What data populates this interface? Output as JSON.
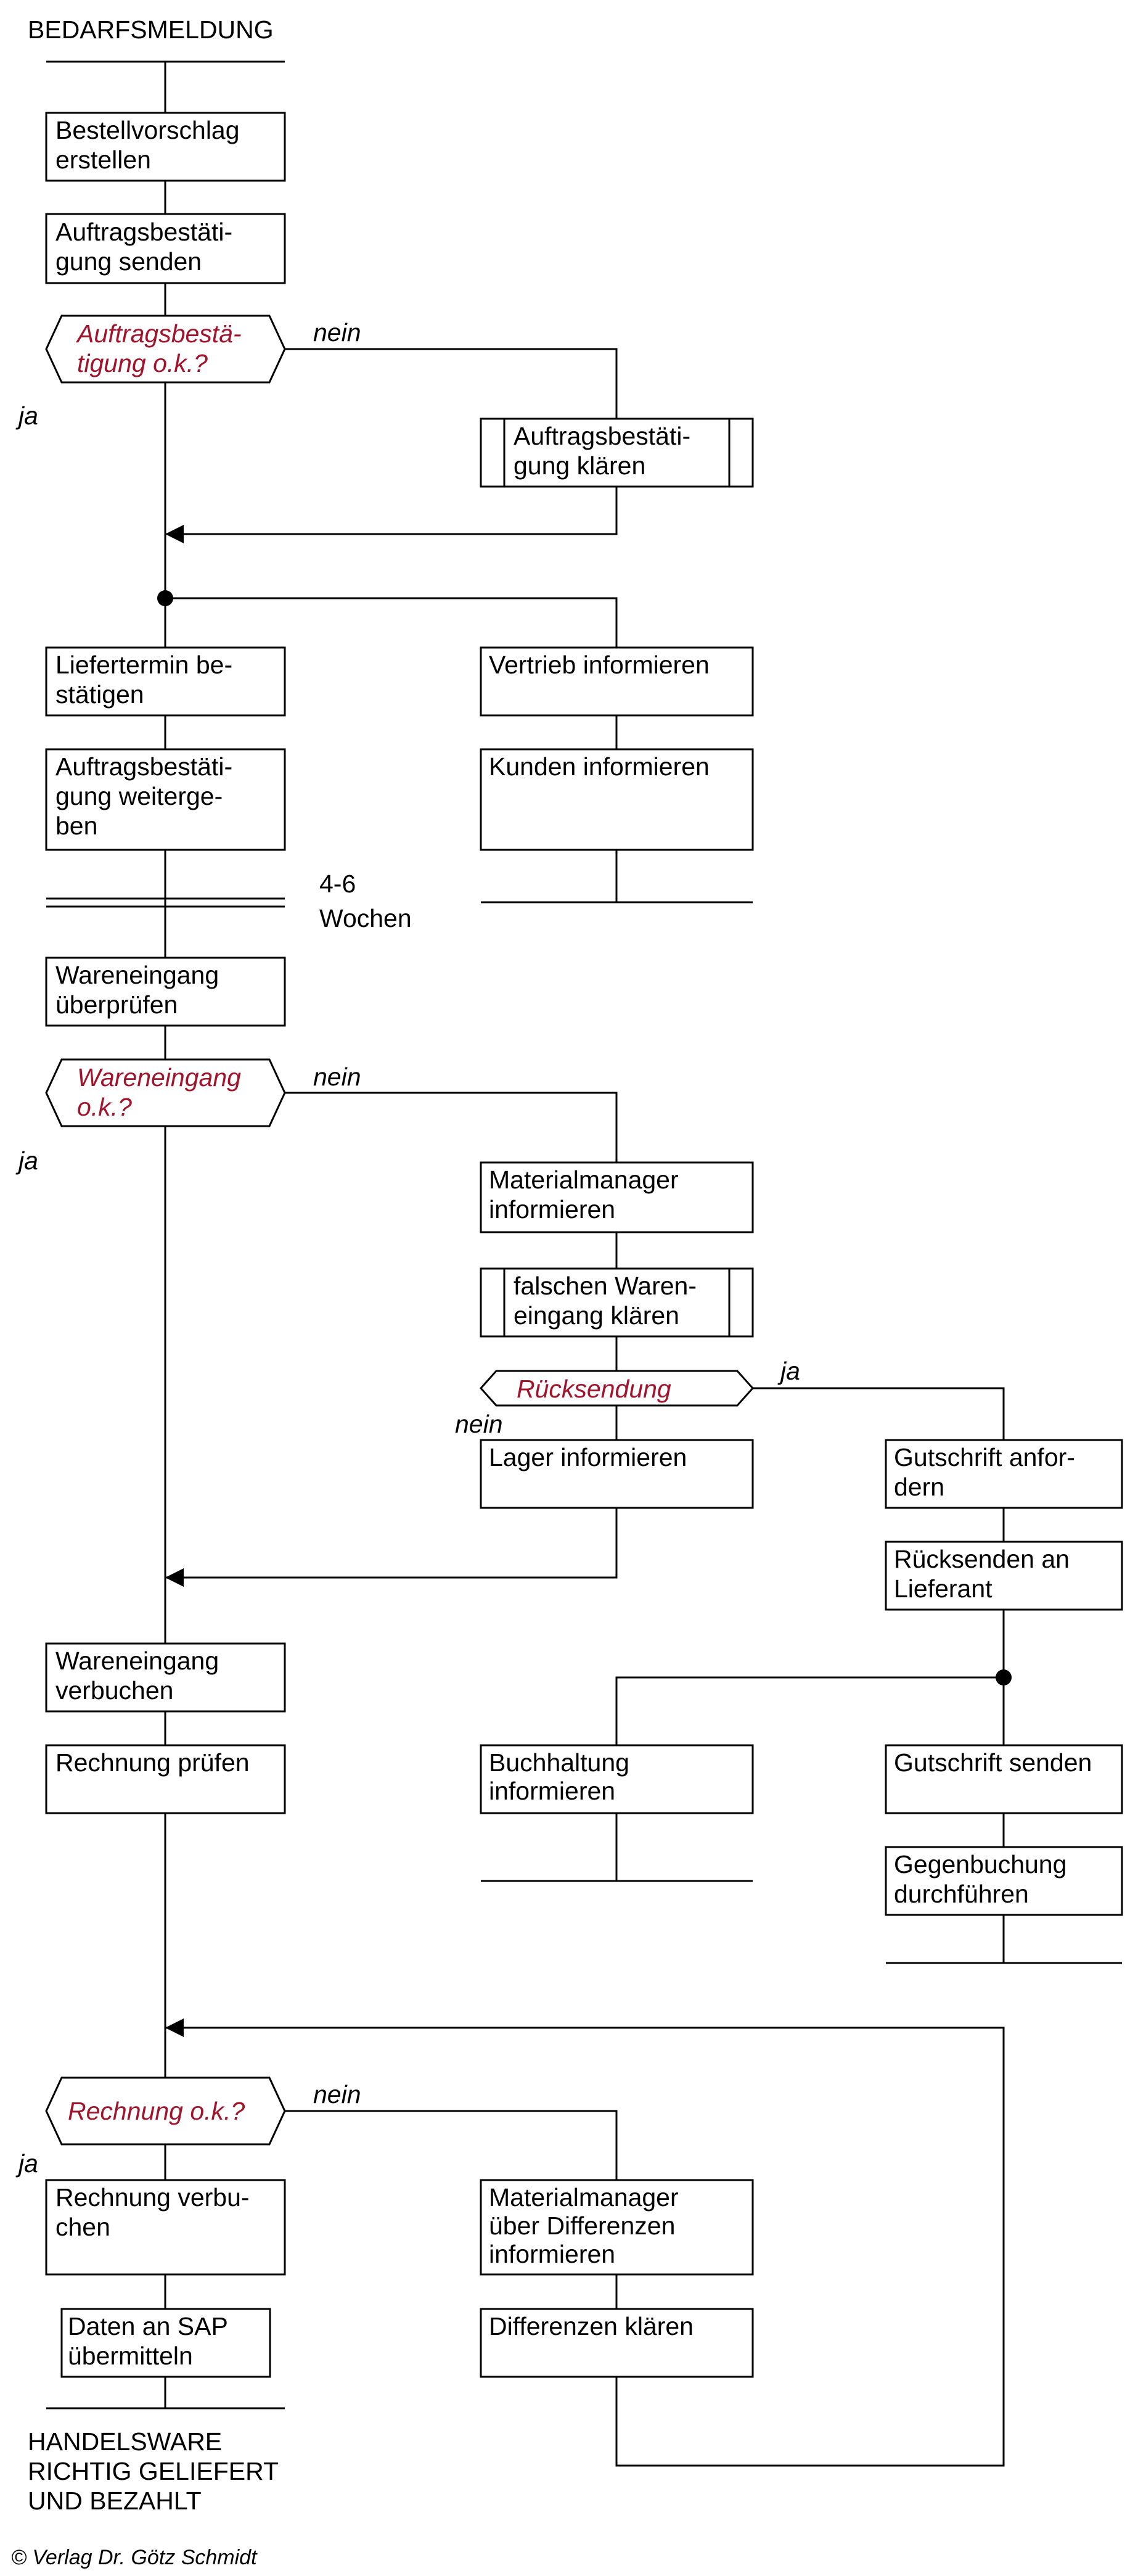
{
  "colors": {
    "line": "#000000",
    "decision_text": "#a0142c",
    "background": "#ffffff"
  },
  "start_event": {
    "line1": "BEDARFSMELDUNG"
  },
  "end_event": {
    "line1": "HANDELSWARE",
    "line2": "RICHTIG GELIEFERT",
    "line3": "UND BEZAHLT"
  },
  "steps": {
    "bestellvorschlag": {
      "line1": "Bestellvorschlag",
      "line2": "erstellen"
    },
    "ab_senden": {
      "line1": "Auftragsbestäti-",
      "line2": "gung senden"
    },
    "ab_klaeren": {
      "line1": "Auftragsbestäti-",
      "line2": "gung klären"
    },
    "liefertermin": {
      "line1": "Liefertermin be-",
      "line2": "stätigen"
    },
    "vertrieb": {
      "line1": "Vertrieb informieren"
    },
    "ab_weitergeben": {
      "line1": "Auftragsbestäti-",
      "line2": "gung weiterge-",
      "line3": "ben"
    },
    "kunden": {
      "line1": "Kunden informieren"
    },
    "we_pruefen": {
      "line1": "Wareneingang",
      "line2": "überprüfen"
    },
    "mm_informieren": {
      "line1": "Materialmanager",
      "line2": "informieren"
    },
    "falscher_we": {
      "line1": "falschen Waren-",
      "line2": "eingang klären"
    },
    "lager": {
      "line1": "Lager informieren"
    },
    "gutschrift_anfordern": {
      "line1": "Gutschrift anfor-",
      "line2": "dern"
    },
    "ruecksenden": {
      "line1": "Rücksenden an",
      "line2": "Lieferant"
    },
    "we_verbuchen": {
      "line1": "Wareneingang",
      "line2": "verbuchen"
    },
    "rechnung_pruefen": {
      "line1": "Rechnung prüfen"
    },
    "buchhaltung": {
      "line1": "Buchhaltung",
      "line2": "informieren"
    },
    "gutschrift_senden": {
      "line1": "Gutschrift senden"
    },
    "gegenbuchung": {
      "line1": "Gegenbuchung",
      "line2": "durchführen"
    },
    "rechnung_verbuchen": {
      "line1": "Rechnung verbu-",
      "line2": "chen"
    },
    "mm_differenzen": {
      "line1": "Materialmanager",
      "line2": "über Differenzen",
      "line3": "informieren"
    },
    "sap": {
      "line1": "Daten an SAP",
      "line2": "übermitteln"
    },
    "differenzen": {
      "line1": "Differenzen klären"
    }
  },
  "decisions": {
    "ab_ok": {
      "line1": "Auftragsbestä-",
      "line2": "tigung o.k.?"
    },
    "we_ok": {
      "line1": "Wareneingang",
      "line2": "o.k.?"
    },
    "ruecksendung": {
      "line1": "Rücksendung"
    },
    "rechnung_ok": {
      "line1": "Rechnung o.k.?"
    }
  },
  "labels": {
    "yes": "ja",
    "no": "nein"
  },
  "wait": {
    "line1": "4-6",
    "line2": "Wochen"
  },
  "copyright": "© Verlag Dr. Götz Schmidt"
}
